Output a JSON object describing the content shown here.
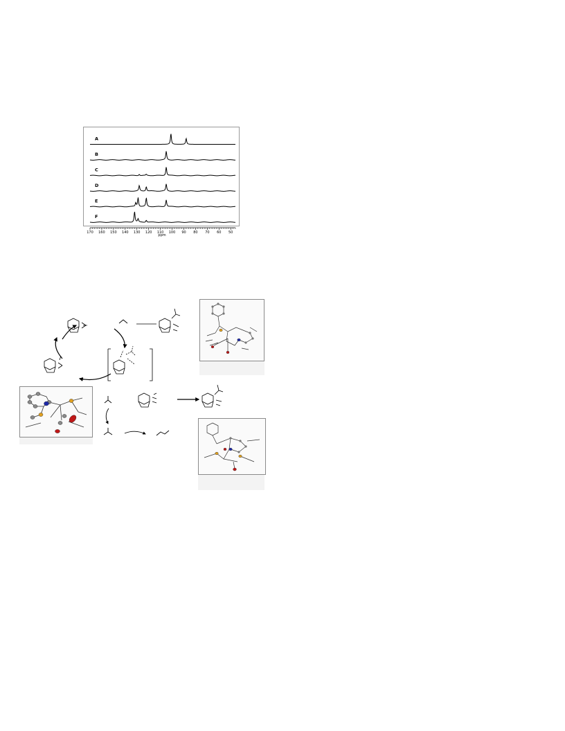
{
  "chart_data": {
    "type": "line",
    "title": "",
    "xlabel": "ppm",
    "ylabel": "",
    "xlim": [
      170,
      46
    ],
    "x_ticks": [
      "170",
      "160",
      "150",
      "140",
      "130",
      "120",
      "110",
      "100",
      "90",
      "80",
      "70",
      "60",
      "50"
    ],
    "x_tick_values": [
      170,
      160,
      150,
      140,
      130,
      120,
      110,
      100,
      90,
      80,
      70,
      60,
      50
    ],
    "grid": false,
    "series": [
      {
        "name": "A",
        "peaks": [
          {
            "x": 101,
            "h": 1.0
          },
          {
            "x": 88,
            "h": 0.55
          }
        ]
      },
      {
        "name": "B",
        "peaks": [
          {
            "x": 105,
            "h": 0.8
          }
        ]
      },
      {
        "name": "C",
        "peaks": [
          {
            "x": 105,
            "h": 0.8
          },
          {
            "x": 128,
            "h": 0.12
          },
          {
            "x": 122,
            "h": 0.1
          }
        ]
      },
      {
        "name": "D",
        "peaks": [
          {
            "x": 105,
            "h": 0.65
          },
          {
            "x": 128,
            "h": 0.5
          },
          {
            "x": 122,
            "h": 0.42
          }
        ]
      },
      {
        "name": "E",
        "peaks": [
          {
            "x": 105,
            "h": 0.65
          },
          {
            "x": 131,
            "h": 0.35
          },
          {
            "x": 129,
            "h": 0.85
          },
          {
            "x": 122,
            "h": 0.8
          }
        ]
      },
      {
        "name": "F",
        "peaks": [
          {
            "x": 132,
            "h": 1.0
          },
          {
            "x": 129,
            "h": 0.3
          },
          {
            "x": 122,
            "h": 0.2
          }
        ]
      }
    ]
  },
  "colors": {
    "crystal_n": "#1f2aa8",
    "crystal_p": "#e0a020",
    "crystal_o": "#c01818",
    "crystal_c": "#8a8a8a"
  }
}
